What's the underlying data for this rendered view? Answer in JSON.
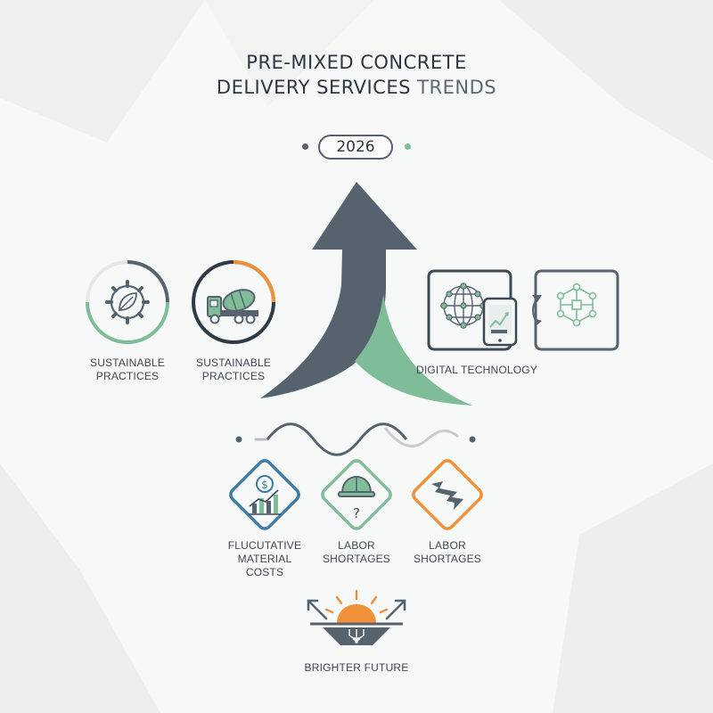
{
  "title": {
    "line1": "PRE-MIXED CONCRETE",
    "line2_bold": "DELIVERY SERVICES",
    "line2_light": " TRENDS"
  },
  "year": "2026",
  "trends": {
    "sustainable_1": {
      "label_line1": "SUSTAINABLE",
      "label_line2": "PRACTICES",
      "icon": "leaf-gear-icon"
    },
    "sustainable_2": {
      "label_line1": "SUSTAINABLE",
      "label_line2": "PRACTICES",
      "icon": "concrete-mixer-truck-icon"
    },
    "digital": {
      "label": "DIGITAL TECHNOLOGY",
      "icons": [
        "network-globe-icon",
        "smartphone-chart-icon",
        "cycle-network-icon"
      ]
    }
  },
  "challenges": {
    "material_costs": {
      "label_line1": "FLUCUTATIVE",
      "label_line2": "MATERIAL",
      "label_line3": "COSTS",
      "icon": "dollar-bar-chart-icon"
    },
    "labor_1": {
      "label_line1": "LABOR",
      "label_line2": "SHORTAGES",
      "icon": "hard-hat-question-icon"
    },
    "labor_2": {
      "label_line1": "LABOR",
      "label_line2": "SHORTAGES",
      "icon": "zigzag-arrow-icon"
    }
  },
  "future": {
    "label": "BRIGHTER FUTURE",
    "icon": "rising-sun-icon"
  },
  "colors": {
    "slate": "#56636f",
    "green": "#7fbc98",
    "orange": "#f0913a",
    "blue": "#3d7ca6"
  }
}
